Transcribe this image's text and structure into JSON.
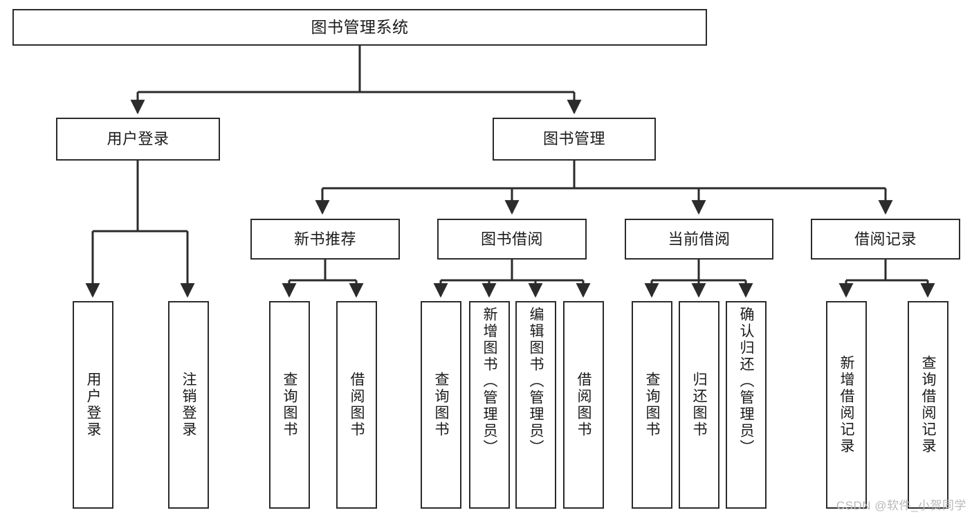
{
  "diagram": {
    "type": "hierarchy-tree",
    "title": "图书管理系统",
    "watermark": "CSDN @软件_小贺同学",
    "colors": {
      "stroke": "#2b2b2b",
      "fill": "#ffffff",
      "text": "#1a1a1a",
      "watermark": "#b9b9b9"
    },
    "levels": {
      "level1": [
        "图书管理系统"
      ],
      "level2": [
        "用户登录",
        "图书管理"
      ],
      "level3": [
        "新书推荐",
        "图书借阅",
        "当前借阅",
        "借阅记录"
      ],
      "level4": [
        "用户登录",
        "注销登录",
        "查询图书",
        "借阅图书",
        "查询图书",
        "新增图书（管理员）",
        "编辑图书（管理员）",
        "借阅图书",
        "查询图书",
        "归还图书",
        "确认归还（管理员）",
        "新增借阅记录",
        "查询借阅记录"
      ]
    },
    "nodes": {
      "root": {
        "label": "图书管理系统"
      },
      "user_login": {
        "label": "用户登录"
      },
      "book_mgmt": {
        "label": "图书管理"
      },
      "new_book_rec": {
        "label": "新书推荐"
      },
      "book_borrow": {
        "label": "图书借阅"
      },
      "current_borrow": {
        "label": "当前借阅"
      },
      "borrow_record": {
        "label": "借阅记录"
      },
      "leaf_user_login": {
        "label": "用户登录"
      },
      "leaf_logout": {
        "label": "注销登录"
      },
      "leaf_query_book_1": {
        "label": "查询图书"
      },
      "leaf_borrow_book_1": {
        "label": "借阅图书"
      },
      "leaf_query_book_2": {
        "label": "查询图书"
      },
      "leaf_add_book_admin": {
        "label": "新增图书（管理员）"
      },
      "leaf_edit_book_admin": {
        "label": "编辑图书（管理员）"
      },
      "leaf_borrow_book_2": {
        "label": "借阅图书"
      },
      "leaf_query_book_3": {
        "label": "查询图书"
      },
      "leaf_return_book": {
        "label": "归还图书"
      },
      "leaf_confirm_return_admin": {
        "label": "确认归还（管理员）"
      },
      "leaf_add_record": {
        "label": "新增借阅记录"
      },
      "leaf_query_record": {
        "label": "查询借阅记录"
      }
    },
    "edges": [
      {
        "from": "root",
        "to": "user_login"
      },
      {
        "from": "root",
        "to": "book_mgmt"
      },
      {
        "from": "user_login",
        "to": "leaf_user_login"
      },
      {
        "from": "user_login",
        "to": "leaf_logout"
      },
      {
        "from": "book_mgmt",
        "to": "new_book_rec"
      },
      {
        "from": "book_mgmt",
        "to": "book_borrow"
      },
      {
        "from": "book_mgmt",
        "to": "current_borrow"
      },
      {
        "from": "book_mgmt",
        "to": "borrow_record"
      },
      {
        "from": "new_book_rec",
        "to": "leaf_query_book_1"
      },
      {
        "from": "new_book_rec",
        "to": "leaf_borrow_book_1"
      },
      {
        "from": "book_borrow",
        "to": "leaf_query_book_2"
      },
      {
        "from": "book_borrow",
        "to": "leaf_add_book_admin"
      },
      {
        "from": "book_borrow",
        "to": "leaf_edit_book_admin"
      },
      {
        "from": "book_borrow",
        "to": "leaf_borrow_book_2"
      },
      {
        "from": "current_borrow",
        "to": "leaf_query_book_3"
      },
      {
        "from": "current_borrow",
        "to": "leaf_return_book"
      },
      {
        "from": "current_borrow",
        "to": "leaf_confirm_return_admin"
      },
      {
        "from": "borrow_record",
        "to": "leaf_add_record"
      },
      {
        "from": "borrow_record",
        "to": "leaf_query_record"
      }
    ]
  }
}
